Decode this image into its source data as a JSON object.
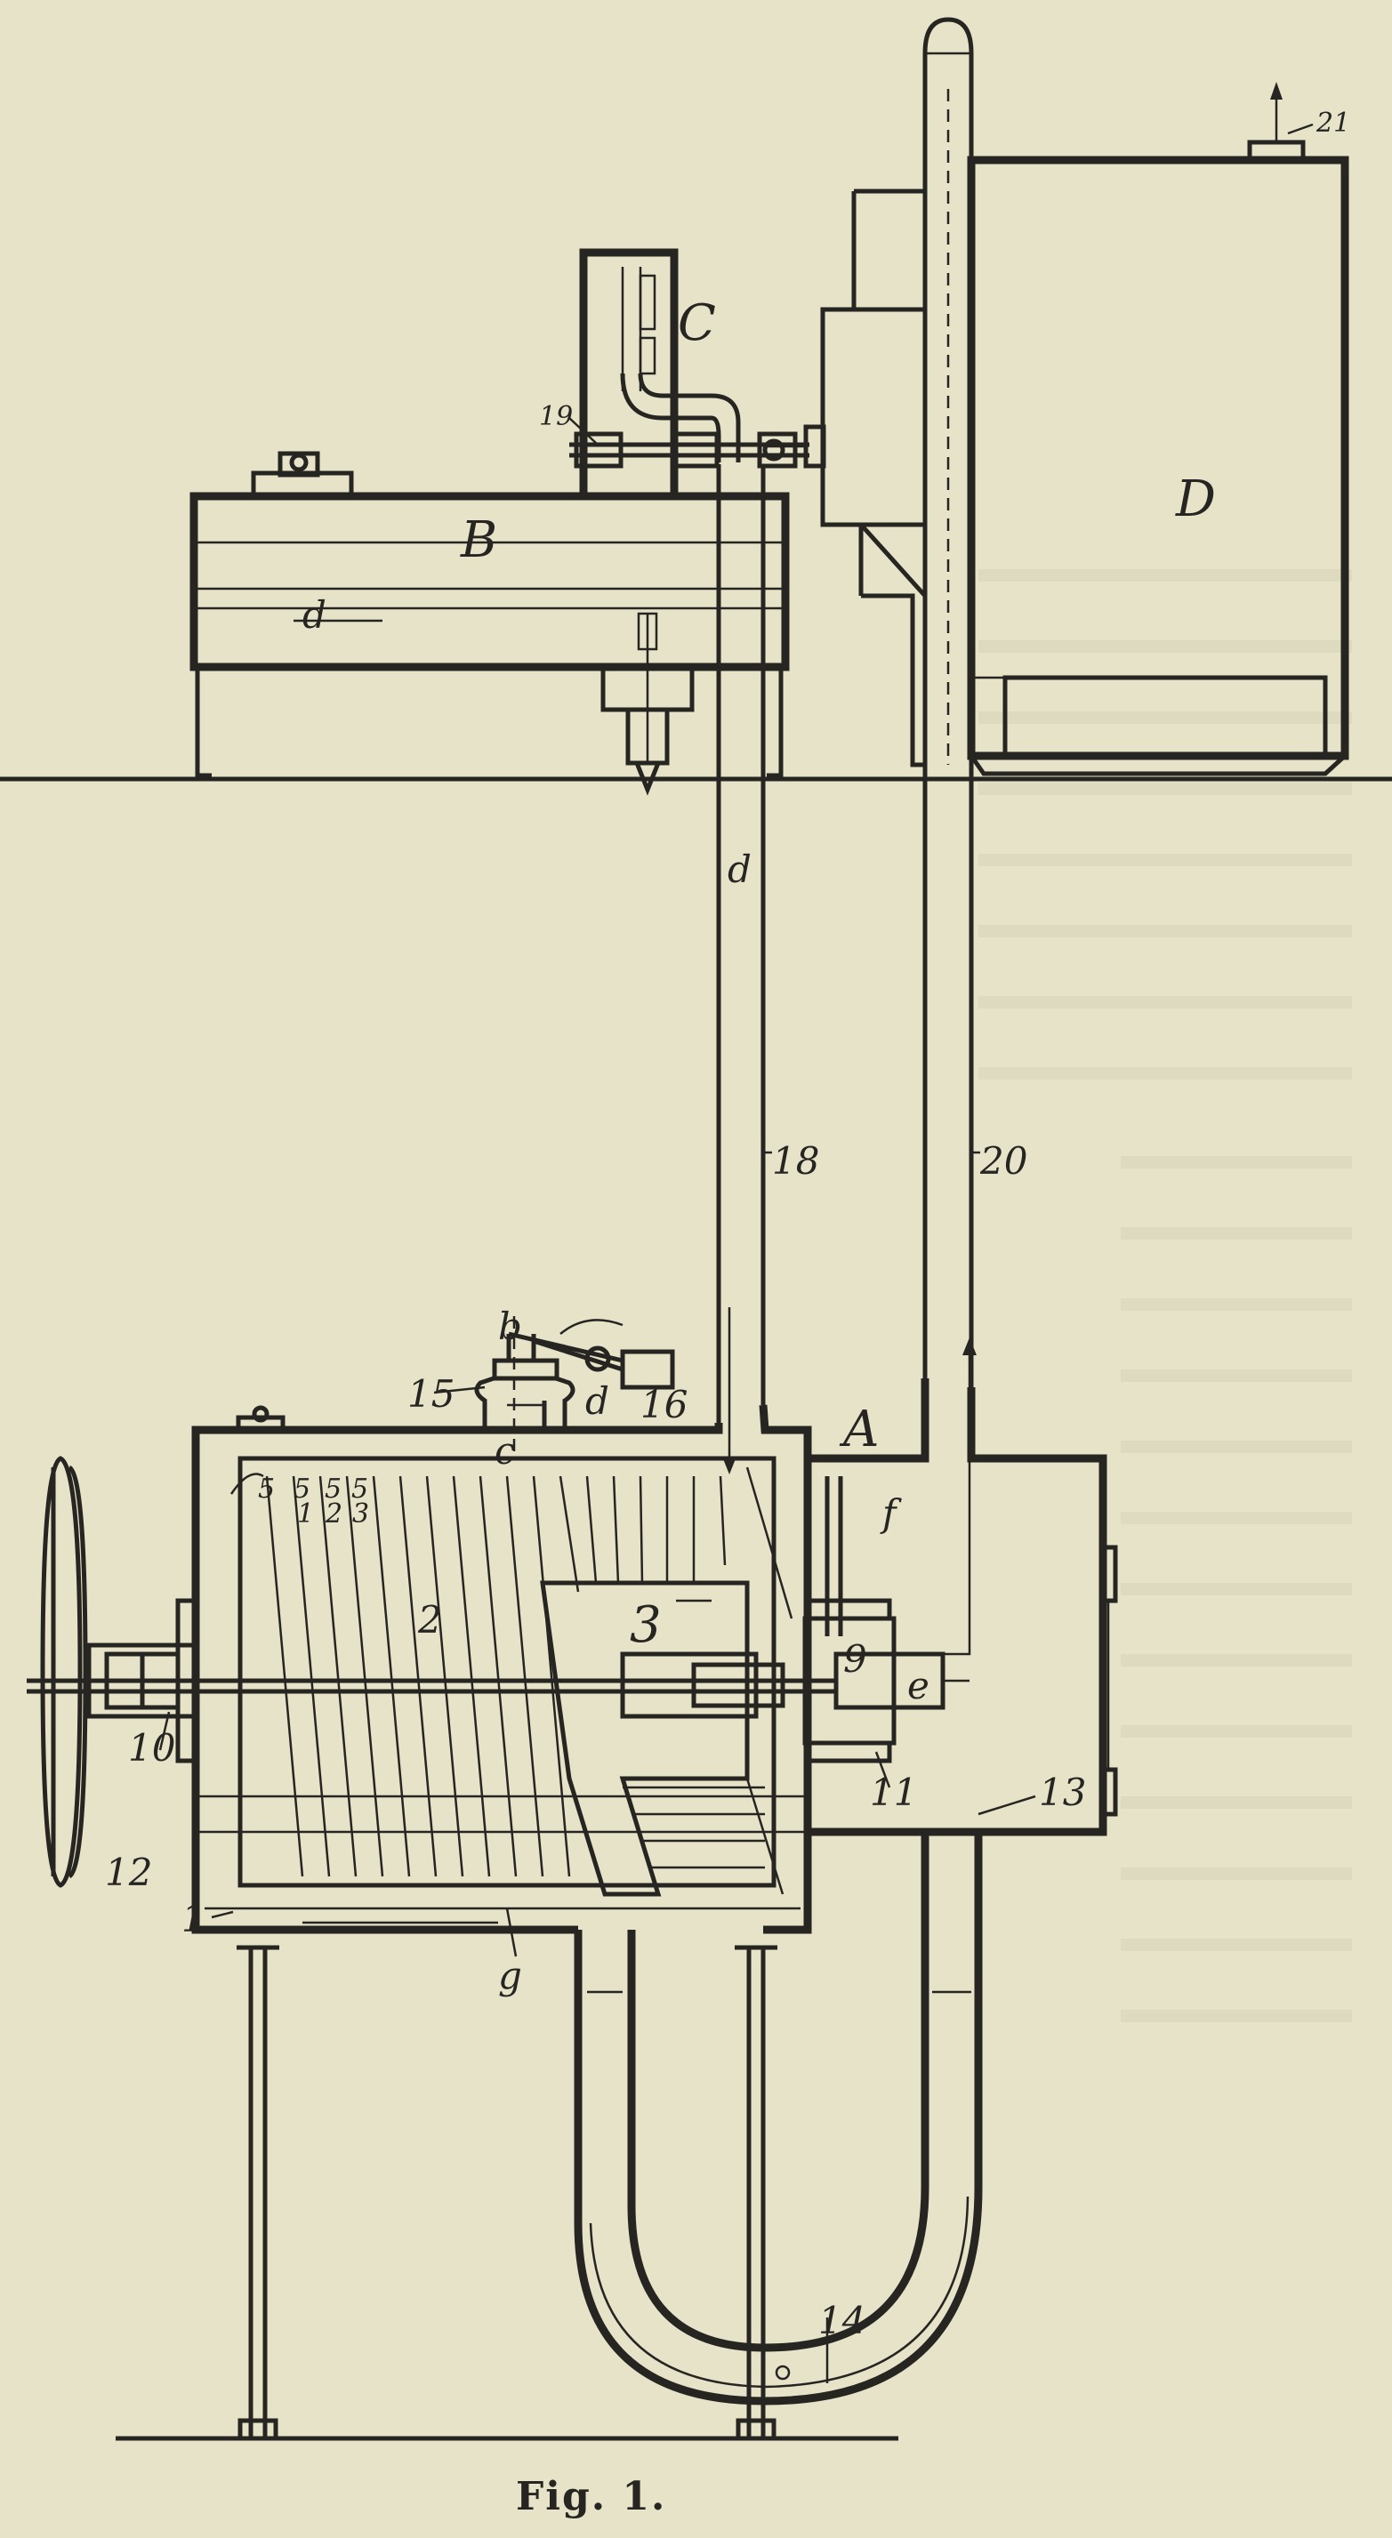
{
  "figure": {
    "caption": "Fig. 1.",
    "components": {
      "A": "A",
      "B": "B",
      "C": "C",
      "D": "D"
    },
    "labels": {
      "d_tank": "d",
      "d_pipe": "d",
      "d_top": "d",
      "n18": "18",
      "n20": "20",
      "n19": "19",
      "n21": "21",
      "n15": "15",
      "n16": "16",
      "b": "b",
      "c": "c",
      "f": "f",
      "e": "e",
      "n9": "9",
      "n3": "3",
      "n2": "2",
      "n5": "5",
      "n5_1": "1",
      "n5_2": "2",
      "n5_3": "3",
      "n10": "10",
      "n11": "11",
      "n12": "12",
      "n13": "13",
      "n14": "14",
      "n1": "1",
      "g": "g"
    },
    "colors": {
      "paper": "#e6e3c8",
      "ink": "#262521"
    }
  }
}
